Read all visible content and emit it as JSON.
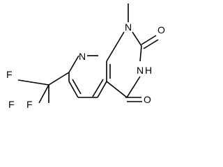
{
  "molecule": {
    "atoms": {
      "n1": "N",
      "nh": "H",
      "n3": "N",
      "n8": "N",
      "o2": "O",
      "o4": "O",
      "f1": "F",
      "f2": "F",
      "f3": "F"
    }
  }
}
